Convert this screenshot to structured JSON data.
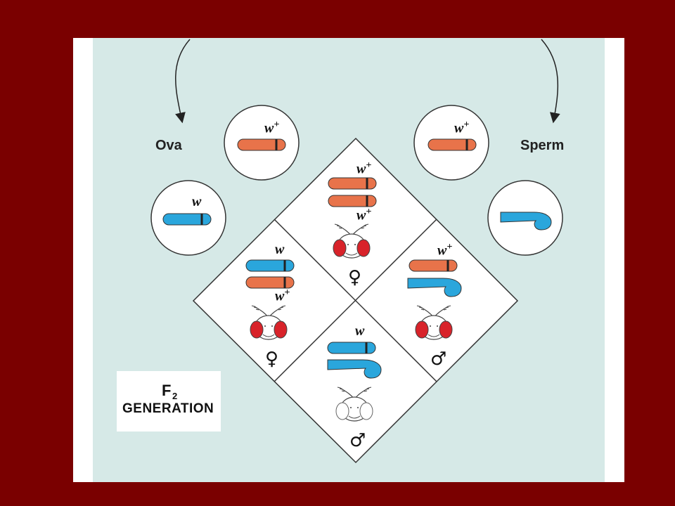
{
  "labels": {
    "ova": "Ova",
    "sperm": "Sperm"
  },
  "alleles": {
    "ova_top": "w+",
    "ova_bottom": "w",
    "sperm_top": "w+",
    "top_cell_upper": "w+",
    "top_cell_lower": "w+",
    "left_cell_upper": "w",
    "left_cell_lower": "w+",
    "right_cell_upper": "w+",
    "bottom_cell_upper": "w"
  },
  "sexes": {
    "top": "♀",
    "left": "♀",
    "right": "♂",
    "bottom": "♂"
  },
  "generation": {
    "letter": "F",
    "subscript": "2",
    "word": "GENERATION"
  },
  "colors": {
    "x_wildtype": "#e8734a",
    "x_white": "#2aa6dc",
    "red_eye": "#d8232a",
    "background": "#d6e9e7",
    "frame": "#7a0000"
  },
  "icons": [
    "fly-red-eye-icon",
    "fly-white-eye-icon",
    "female-symbol",
    "male-symbol"
  ]
}
